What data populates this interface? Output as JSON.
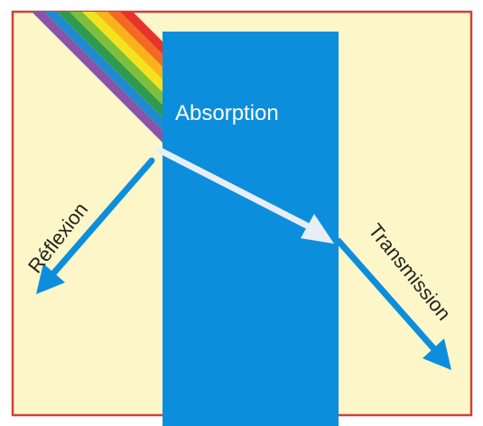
{
  "labels": {
    "absorption": "Absorption",
    "reflection": "Réflexion",
    "transmission": "Transmission"
  },
  "colors": {
    "background": "#FDF6C8",
    "border": "#C9433E",
    "medium": "#0C8EDC",
    "reflection_arrow": "#0C8EDC",
    "transmission_arrow_inside": "#E8EEF6",
    "transmission_arrow_outside": "#0C8EDC",
    "label_on_medium": "#FFFFFF",
    "label_on_background": "#222222",
    "spectrum": [
      "#E8332A",
      "#F26A21",
      "#F8B31A",
      "#F4E21C",
      "#7DBE3B",
      "#2E9B4A",
      "#1E8BD0",
      "#8A54A8"
    ]
  }
}
